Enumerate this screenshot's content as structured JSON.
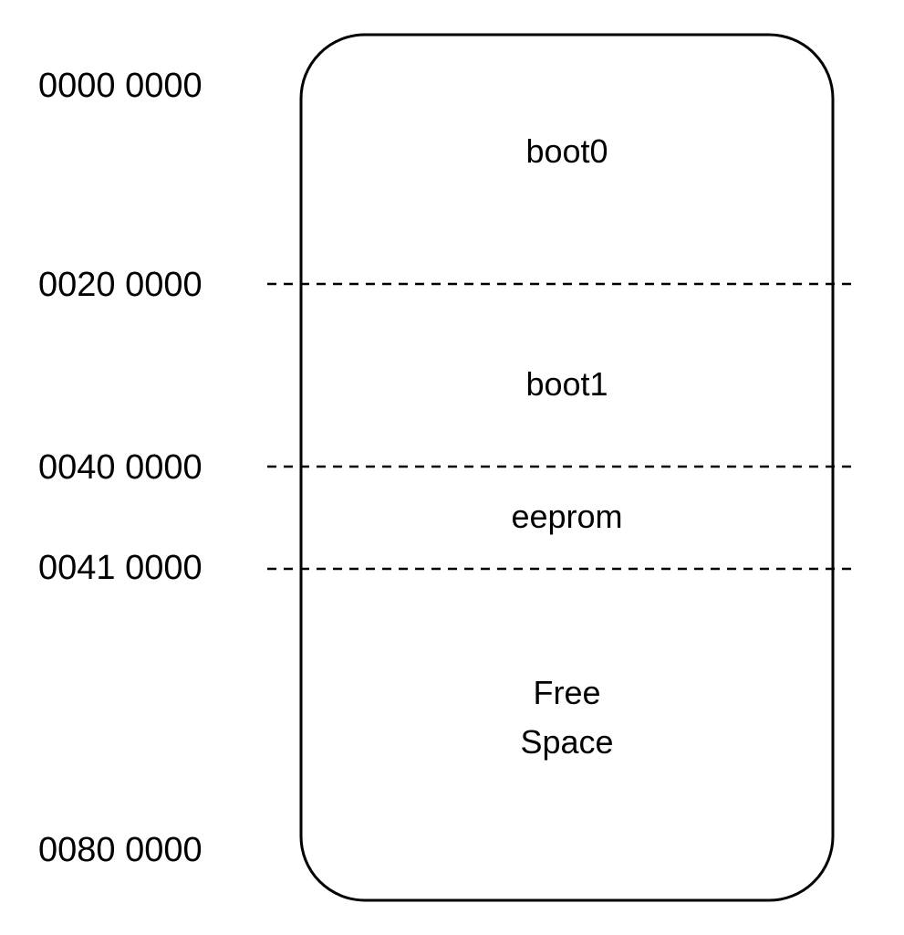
{
  "addresses": [
    "0000 0000",
    "0020 0000",
    "0040 0000",
    "0041 0000",
    "0080 0000"
  ],
  "regions": {
    "boot0": "boot0",
    "boot1": "boot1",
    "eeprom": "eeprom",
    "free_space": [
      "Free",
      "Space"
    ]
  },
  "colors": {
    "stroke": "#000000",
    "background": "#ffffff"
  }
}
